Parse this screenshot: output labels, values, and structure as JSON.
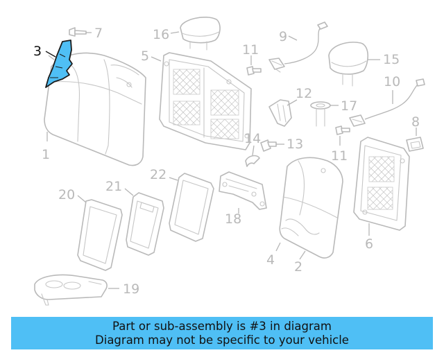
{
  "diagram": {
    "highlighted_part": "3",
    "highlight_color": "#4fbff5",
    "callouts": [
      {
        "id": "c1",
        "text": "1"
      },
      {
        "id": "c2",
        "text": "2"
      },
      {
        "id": "c3",
        "text": "3"
      },
      {
        "id": "c4",
        "text": "4"
      },
      {
        "id": "c5",
        "text": "5"
      },
      {
        "id": "c6",
        "text": "6"
      },
      {
        "id": "c7",
        "text": "7"
      },
      {
        "id": "c8",
        "text": "8"
      },
      {
        "id": "c9",
        "text": "9"
      },
      {
        "id": "c10",
        "text": "10"
      },
      {
        "id": "c11a",
        "text": "11"
      },
      {
        "id": "c11b",
        "text": "11"
      },
      {
        "id": "c12",
        "text": "12"
      },
      {
        "id": "c13",
        "text": "13"
      },
      {
        "id": "c14",
        "text": "14"
      },
      {
        "id": "c15",
        "text": "15"
      },
      {
        "id": "c16",
        "text": "16"
      },
      {
        "id": "c17",
        "text": "17"
      },
      {
        "id": "c18",
        "text": "18"
      },
      {
        "id": "c19",
        "text": "19"
      },
      {
        "id": "c20",
        "text": "20"
      },
      {
        "id": "c21",
        "text": "21"
      },
      {
        "id": "c22",
        "text": "22"
      }
    ]
  },
  "banner": {
    "line1": "Part or sub-assembly is #3 in diagram",
    "line2": "Diagram may not be specific to your vehicle",
    "color": "#4fbff5"
  }
}
